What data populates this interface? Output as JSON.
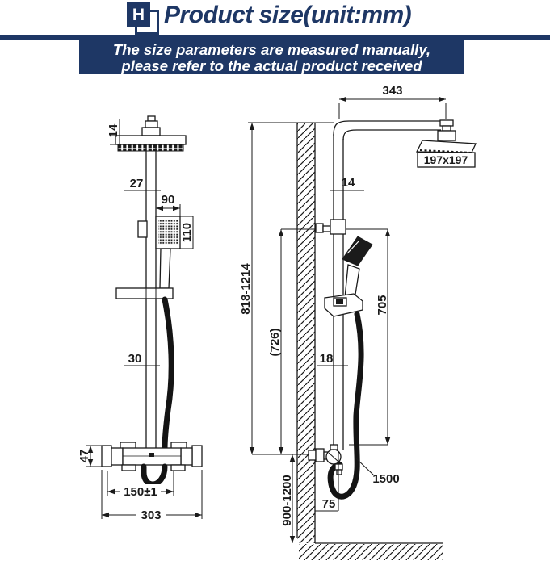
{
  "header": {
    "logo_letter": "H",
    "title": "Product size(unit:mm)",
    "banner": {
      "line1": "The size parameters are measured manually,",
      "line2": "please refer to the actual product received"
    },
    "colors": {
      "navy": "#1e3765",
      "text_on_navy": "#ffffff"
    }
  },
  "drawing": {
    "stroke": "#1a1a1a",
    "left_view": {
      "head_thickness": "14",
      "pipe_width_upper": "27",
      "handshower_width": "90",
      "handshower_height": "110",
      "pipe_width_lower": "30",
      "valve_height": "47",
      "inlet_spacing": "150±1",
      "valve_width": "303"
    },
    "right_view": {
      "arm_reach": "343",
      "head_size": "197x197",
      "pipe_width_upper": "14",
      "overall_height": "818-1214",
      "bracket_height": "(726)",
      "rail_height": "705",
      "pipe_width_lower": "18",
      "hose_length": "1500",
      "install_height": "900-1200",
      "wall_offset": "75"
    }
  }
}
